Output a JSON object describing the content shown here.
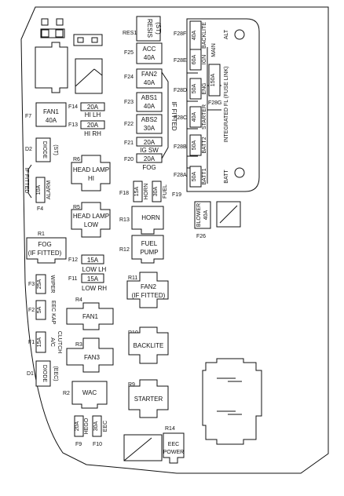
{
  "labels": {
    "resis_ref": "RES1",
    "resis_name": "RESIS",
    "resis_tag": "(ST)",
    "f25_ref": "F25",
    "f25_name": "ACC",
    "f25_rating": "40A",
    "f24_ref": "F24",
    "f24_name": "FAN2",
    "f24_rating": "40A",
    "f23_ref": "F23",
    "f23_name": "ABS1",
    "f23_rating": "40A",
    "f22_ref": "F22",
    "f22_name": "ABS2",
    "f22_rating": "30A",
    "f21_ref": "F21",
    "f21_rating": "20A",
    "f21_name": "IG SW",
    "f20_ref": "F20",
    "f20_rating": "20A",
    "f20_name": "FOG",
    "if_fitted_right": "IF FITTED",
    "f14_ref": "F14",
    "f14_rating": "20A",
    "f14_name": "HI LH",
    "f13_ref": "F13",
    "f13_rating": "20A",
    "f13_name": "HI RH",
    "f7_ref": "F7",
    "f7_name": "FAN1",
    "f7_rating": "40A",
    "d2_ref": "D2",
    "d2_name": "DIODE",
    "d2_tag": "(ST)",
    "if_fitted_left": "IF FITTED",
    "f4_ref": "F4",
    "f4_rating": "10A",
    "f4_name": "ALARM",
    "r6_ref": "R6",
    "r6_name": "HEAD LAMP",
    "r6_sub": "HI",
    "r5_ref": "R5",
    "r5_name": "HEAD LAMP",
    "r5_sub": "LOW",
    "f18_ref": "F18",
    "f18_rating": "15A",
    "f18_name": "HORN",
    "f19_ref": "F19",
    "f19_rating": "30A",
    "f19_name": "FUEL",
    "r13_ref": "R13",
    "r13_name": "HORN",
    "r12_ref": "R12",
    "r12_name": "FUEL",
    "r12_sub": "PUMP",
    "r1_ref": "R1",
    "r1_name": "FOG",
    "r1_sub": "(IF FITTED)",
    "f12_ref": "F12",
    "f12_rating": "15A",
    "f12_name": "LOW LH",
    "f11_ref": "F11",
    "f11_rating": "15A",
    "f11_name": "LOW RH",
    "r11_ref": "R11",
    "r11_name": "FAN2",
    "r11_sub": "(IF FITTED)",
    "f3_ref": "F3",
    "f3_rating": "25A",
    "f3_name": "WIPER",
    "f2_ref": "F2",
    "f2_rating": "5A",
    "f2_name": "EEC KAP",
    "r4_ref": "R4",
    "r4_name": "FAN1",
    "f1_ref": "F1",
    "f1_rating": "15A",
    "f1_name": "A/C",
    "f1_sub": "CLUTCH",
    "r3_ref": "R3",
    "r3_name": "FAN3",
    "r10_ref": "R10",
    "r10_name": "BACKLITE",
    "d1_ref": "D1",
    "d1_name": "DIODE",
    "d1_tag": "(EEC)",
    "r2_ref": "R2",
    "r2_name": "WAC",
    "r9_ref": "R9",
    "r9_name": "STARTER",
    "f9_ref": "F9",
    "f9_rating": "20A",
    "f9_name": "HEGO",
    "f10_ref": "F10",
    "f10_rating": "30A",
    "f10_name": "EEC",
    "r14_ref": "R14",
    "r14_name": "EEC",
    "r14_sub": "POWER",
    "f28f_ref": "F28F",
    "f28f_rating": "40A",
    "f28f_name": "BACKLITE",
    "f28e_ref": "F28E",
    "f28e_rating": "60A",
    "f28e_name": "IGN",
    "f28d_ref": "F28D",
    "f28d_rating": "50A",
    "f28d_name": "ENG",
    "f28c_ref": "F28C",
    "f28c_rating": "40A",
    "f28c_name": "STARTER",
    "f28b_ref": "F28B",
    "f28b_rating": "50A",
    "f28b_name": "BATT2",
    "f28a_ref": "F28A",
    "f28a_rating": "50A",
    "f28a_name": "BATT1",
    "f28g_ref": "F28G",
    "f28g_rating": "150A",
    "main_label": "MAIN",
    "integrated_label": "INTEGRATED FL (FUSE LINK)",
    "alt_label": "ALT",
    "batt_label": "BATT",
    "f26_ref": "F26",
    "f26_name": "BLOWER",
    "f26_rating": "40A"
  }
}
